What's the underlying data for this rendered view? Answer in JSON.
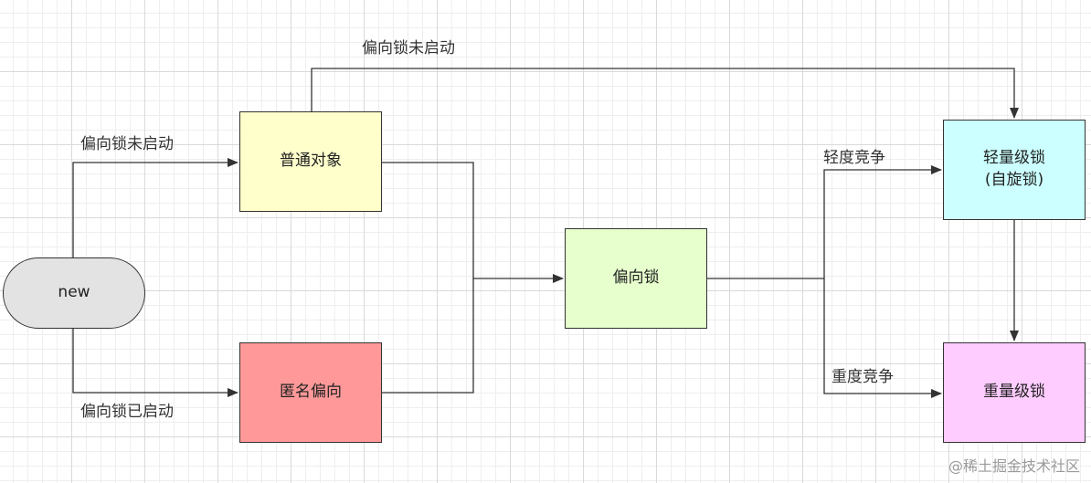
{
  "nodes": {
    "new": "new",
    "normal_object": "普通对象",
    "anonymous_biased": "匿名偏向",
    "biased_lock": "偏向锁",
    "lightweight_line1": "轻量级锁",
    "lightweight_line2": "(自旋锁)",
    "heavyweight": "重量级锁"
  },
  "edges": {
    "bias_disabled_top": "偏向锁未启动",
    "bias_disabled": "偏向锁未启动",
    "bias_enabled": "偏向锁已启动",
    "light_contention": "轻度竞争",
    "heavy_contention": "重度竞争"
  },
  "watermark": "@稀土掘金技术社区",
  "colors": {
    "new": "#e3e3e3",
    "normal_object": "#ffffcc",
    "anonymous_biased": "#ff9999",
    "biased_lock": "#e6ffcc",
    "lightweight": "#ccffff",
    "heavyweight": "#ffccff",
    "line": "#333333"
  }
}
